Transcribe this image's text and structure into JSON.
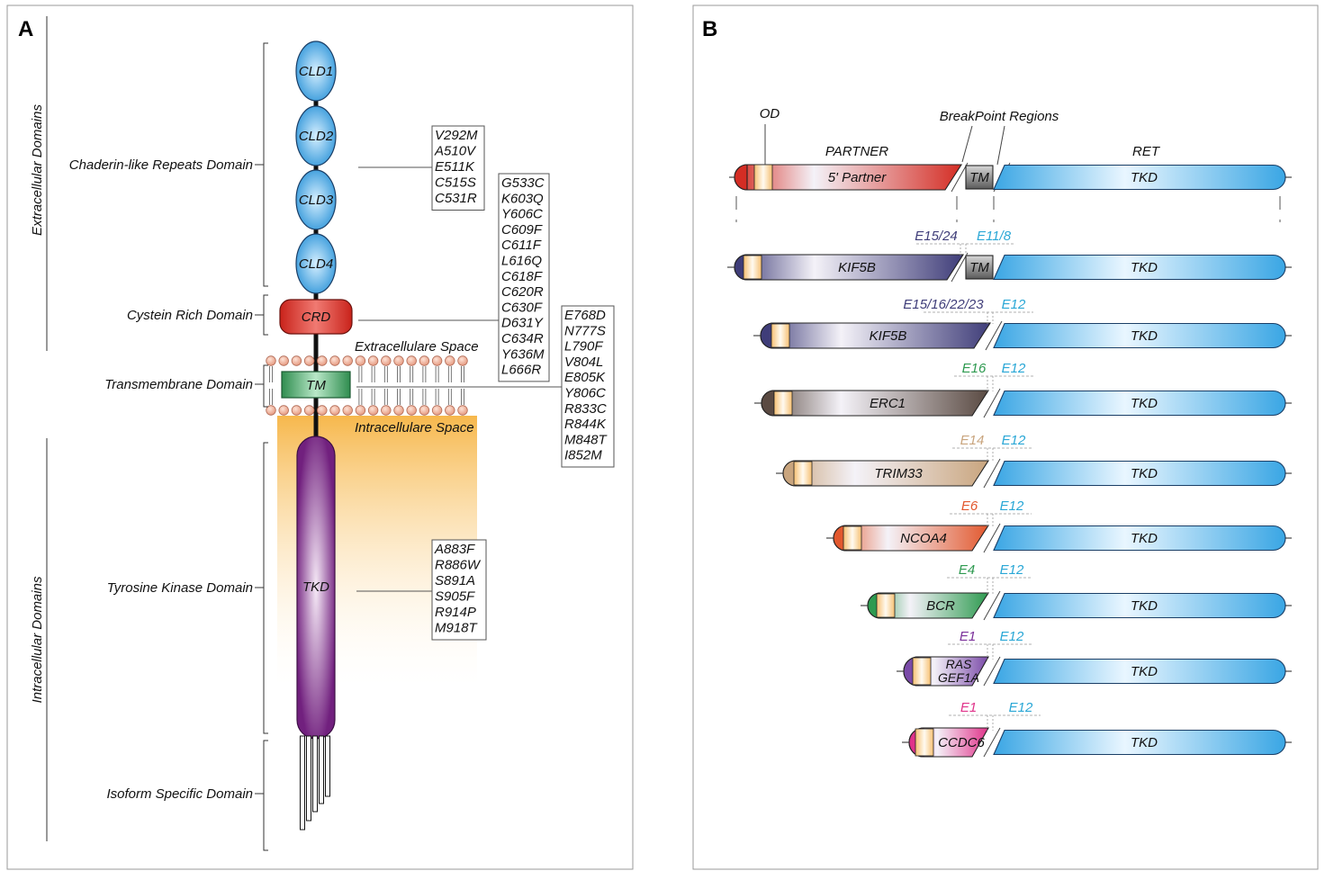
{
  "panel_a": {
    "label": "A",
    "group_labels": {
      "extracellular": "Extracellular Domains",
      "intracellular": "Intracellular Domains"
    },
    "domains": {
      "chaderin": "Chaderin-like Repeats Domain",
      "cystein": "Cystein Rich Domain",
      "transmembrane": "Transmembrane Domain",
      "tyrosine_kinase": "Tyrosine Kinase Domain",
      "isoform": "Isoform Specific Domain"
    },
    "cld_labels": [
      "CLD1",
      "CLD2",
      "CLD3",
      "CLD4"
    ],
    "crd_label": "CRD",
    "tm_label": "TM",
    "tkd_label": "TKD",
    "space_labels": {
      "extra": "Extracellulare Space",
      "intra": "Intracellulare Space"
    },
    "mutations": {
      "cld": [
        "V292M",
        "A510V",
        "E511K",
        "C515S",
        "C531R"
      ],
      "crd": [
        "G533C",
        "K603Q",
        "Y606C",
        "C609F",
        "C611F",
        "L616Q",
        "C618F",
        "C620R",
        "C630F",
        "D631Y",
        "C634R",
        "Y636M",
        "L666R"
      ],
      "tm": [
        "E768D",
        "N777S",
        "L790F",
        "V804L",
        "E805K",
        "Y806C",
        "R833C",
        "R844K",
        "M848T",
        "I852M"
      ],
      "tkd": [
        "A883F",
        "R886W",
        "S891A",
        "S905F",
        "R914P",
        "M918T"
      ]
    },
    "colors": {
      "cld": "#3aa0e0",
      "crd": "#d42d24",
      "tm": "#3a9a5c",
      "tkd": "#7a2585",
      "lipid": "#e9a48c",
      "gradient": "#f5b13d"
    }
  },
  "panel_b": {
    "label": "B",
    "header": {
      "od": "OD",
      "breakpoint": "BreakPoint Regions",
      "partner": "PARTNER",
      "ret": "RET"
    },
    "template": {
      "partner_label": "5' Partner",
      "tm_label": "TM",
      "tkd_label": "TKD"
    },
    "fusions": [
      {
        "gene": "KIF5B",
        "partner_exon": "E15/24",
        "ret_exon": "E11/8",
        "has_tm": true,
        "color": "#3f3d79"
      },
      {
        "gene": "KIF5B",
        "partner_exon": "E15/16/22/23",
        "ret_exon": "E12",
        "has_tm": false,
        "color": "#3f3d79"
      },
      {
        "gene": "ERC1",
        "partner_exon": "E16",
        "ret_exon": "E12",
        "has_tm": false,
        "color": "#5a4a42"
      },
      {
        "gene": "TRIM33",
        "partner_exon": "E14",
        "ret_exon": "E12",
        "has_tm": false,
        "color": "#c9a57e"
      },
      {
        "gene": "NCOA4",
        "partner_exon": "E6",
        "ret_exon": "E12",
        "has_tm": false,
        "color": "#e2582e"
      },
      {
        "gene": "BCR",
        "partner_exon": "E4",
        "ret_exon": "E12",
        "has_tm": false,
        "color": "#2e9a50"
      },
      {
        "gene": "RAS GEF1A",
        "gene_lines": [
          "RAS",
          "GEF1A"
        ],
        "partner_exon": "E1",
        "ret_exon": "E12",
        "has_tm": false,
        "color": "#7a4aa8"
      },
      {
        "gene": "CCDC6",
        "partner_exon": "E1",
        "ret_exon": "E12",
        "has_tm": false,
        "color": "#e0338a"
      }
    ],
    "exon_colors": [
      "#3f3d79",
      "#3f3d79",
      "#2e9a50",
      "#c9a57e",
      "#e2582e",
      "#2e9a50",
      "#7a2f9a",
      "#e0338a"
    ],
    "ret_exon_color": "#2aa7d6",
    "colors": {
      "template_partner": "#d42d24",
      "tm": "#555555",
      "tkd": "#45aee6"
    }
  }
}
